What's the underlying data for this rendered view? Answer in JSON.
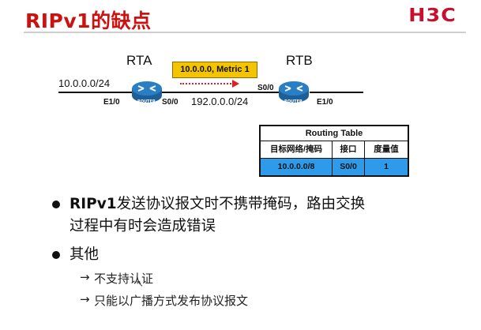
{
  "slide": {
    "title": "RIPv1的缺点",
    "logo": "H3C"
  },
  "diagram": {
    "rta": {
      "name": "RTA",
      "device_text": "ROUTER",
      "network": "10.0.0.0/24",
      "port_left": "E1/0",
      "port_right": "S0/0"
    },
    "rtb": {
      "name": "RTB",
      "device_text": "ROUTER",
      "port_left": "S0/0",
      "port_right": "E1/0"
    },
    "link_network": "192.0.0.0/24",
    "message": "10.0.0.0, Metric 1",
    "router_color": "#2a7fc4",
    "message_color": "#f5c400",
    "arrow_color": "#e02020"
  },
  "routing_table": {
    "title": "Routing Table",
    "headers": [
      "目标网络/掩码",
      "接口",
      "度量值"
    ],
    "rows": [
      [
        "10.0.0.0/8",
        "S0/0",
        "1"
      ]
    ],
    "highlight_color": "#2e9bea"
  },
  "bullets": [
    {
      "lines": [
        "RIPv1发送协议报文时不携带掩码，路由交换",
        "过程中有时会造成错误"
      ]
    },
    {
      "lines": [
        "其他"
      ],
      "subitems": [
        "不支持认证",
        "只能以广播方式发布协议报文"
      ]
    }
  ]
}
